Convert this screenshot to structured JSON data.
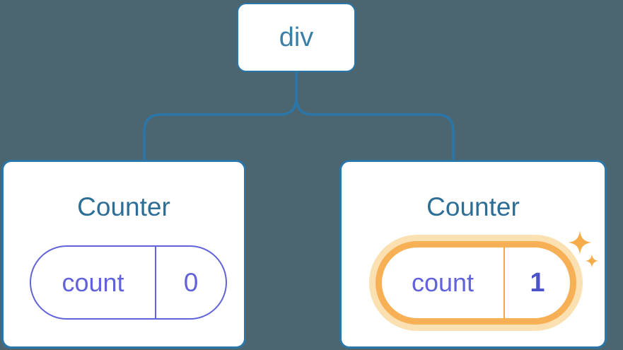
{
  "colors": {
    "background": "#4C6671",
    "line_blue": "#2B76A9",
    "div_text_blue": "#3A7FA8",
    "title_blue": "#2D6E96",
    "state_purple": "#6262DB",
    "state_value_bold": "#4C52C8",
    "highlight_orange": "#F7B055",
    "highlight_glow": "#FBE0B2",
    "highlight_divider": "#F2A94C",
    "sparkle_orange": "#F5AC4A"
  },
  "tree": {
    "root": {
      "label": "div"
    },
    "children": [
      {
        "title": "Counter",
        "state": {
          "name": "count",
          "value": "0",
          "highlighted": false
        }
      },
      {
        "title": "Counter",
        "state": {
          "name": "count",
          "value": "1",
          "highlighted": true
        }
      }
    ]
  },
  "icons": {
    "sparkle_large": "four-point-sparkle",
    "sparkle_small": "four-point-sparkle"
  }
}
